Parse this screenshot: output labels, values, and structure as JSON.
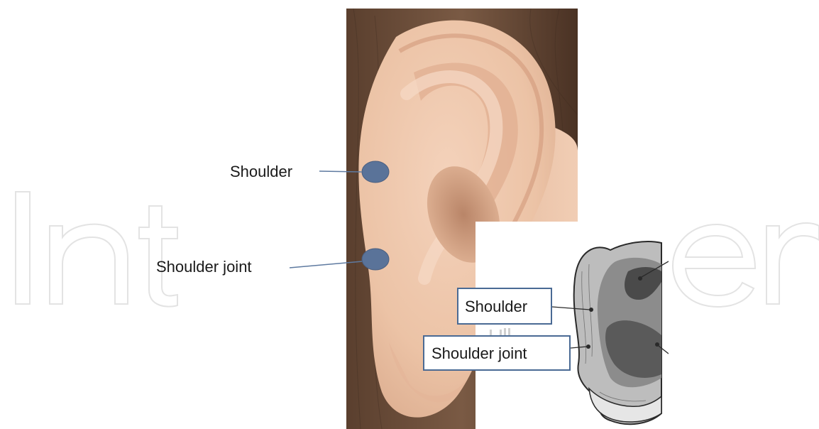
{
  "labels": {
    "shoulder": "Shoulder",
    "shoulder_joint": "Shoulder joint"
  },
  "inset_labels": {
    "shoulder": "Shoulder",
    "shoulder_joint": "Shoulder joint"
  },
  "watermark_text": "IntechOpen",
  "colors": {
    "marker_fill": "#5a7399",
    "leader_line": "#5e7aa0",
    "box_border": "#4a6a94",
    "watermark_stroke": "#e3e3e3"
  },
  "icons": {
    "point_marker": "oval-marker-icon"
  }
}
